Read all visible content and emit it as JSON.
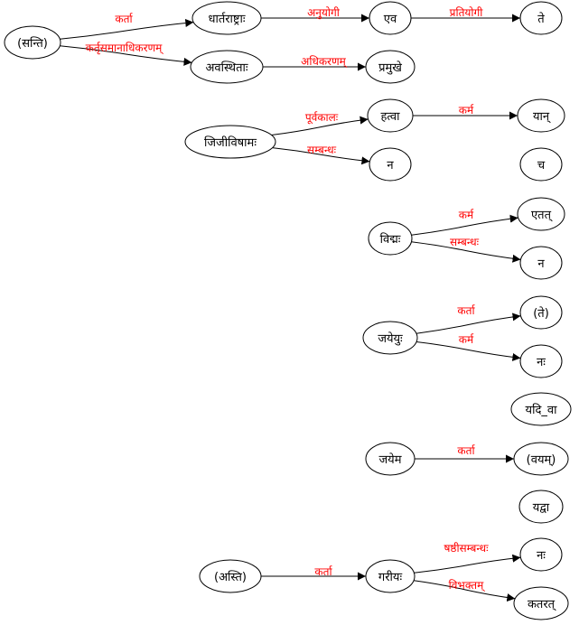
{
  "graph": {
    "nodes": {
      "santi": "(सन्ति)",
      "dhartarashtrah": "धार्तराष्ट्राः",
      "eva": "एव",
      "te1": "ते",
      "avasthitah": "अवस्थिताः",
      "pramukhe": "प्रमुखे",
      "jijivishamah": "जिजीविषामः",
      "hatva": "हत्वा",
      "yan": "यान्",
      "na1": "न",
      "cha": "च",
      "vidmah": "विद्मः",
      "etat": "एतत्",
      "na2": "न",
      "jayeyuh": "जयेयुः",
      "te2": "(ते)",
      "nah1": "नः",
      "yadi_va": "यदि_वा",
      "jayema": "जयेम",
      "vayam": "(वयम्)",
      "yadva": "यद्वा",
      "asti": "(अस्ति)",
      "gariyah": "गरीयः",
      "nah2": "नः",
      "katarat": "कतरत्"
    },
    "edges": [
      {
        "from": "santi",
        "to": "dhartarashtrah",
        "label": "कर्ता"
      },
      {
        "from": "dhartarashtrah",
        "to": "eva",
        "label": "अनुयोगी"
      },
      {
        "from": "eva",
        "to": "te1",
        "label": "प्रतियोगी"
      },
      {
        "from": "santi",
        "to": "avasthitah",
        "label": "कर्तृसमानाधिकरणम्"
      },
      {
        "from": "avasthitah",
        "to": "pramukhe",
        "label": "अधिकरणम्"
      },
      {
        "from": "jijivishamah",
        "to": "hatva",
        "label": "पूर्वकालः"
      },
      {
        "from": "hatva",
        "to": "yan",
        "label": "कर्म"
      },
      {
        "from": "jijivishamah",
        "to": "na1",
        "label": "सम्बन्धः"
      },
      {
        "from": "vidmah",
        "to": "etat",
        "label": "कर्म"
      },
      {
        "from": "vidmah",
        "to": "na2",
        "label": "सम्बन्धः"
      },
      {
        "from": "jayeyuh",
        "to": "te2",
        "label": "कर्ता"
      },
      {
        "from": "jayeyuh",
        "to": "nah1",
        "label": "कर्म"
      },
      {
        "from": "jayema",
        "to": "vayam",
        "label": "कर्ता"
      },
      {
        "from": "asti",
        "to": "gariyah",
        "label": "कर्ता"
      },
      {
        "from": "gariyah",
        "to": "nah2",
        "label": "षष्ठीसम्बन्धः"
      },
      {
        "from": "gariyah",
        "to": "katarat",
        "label": "विभक्तम्"
      }
    ]
  }
}
